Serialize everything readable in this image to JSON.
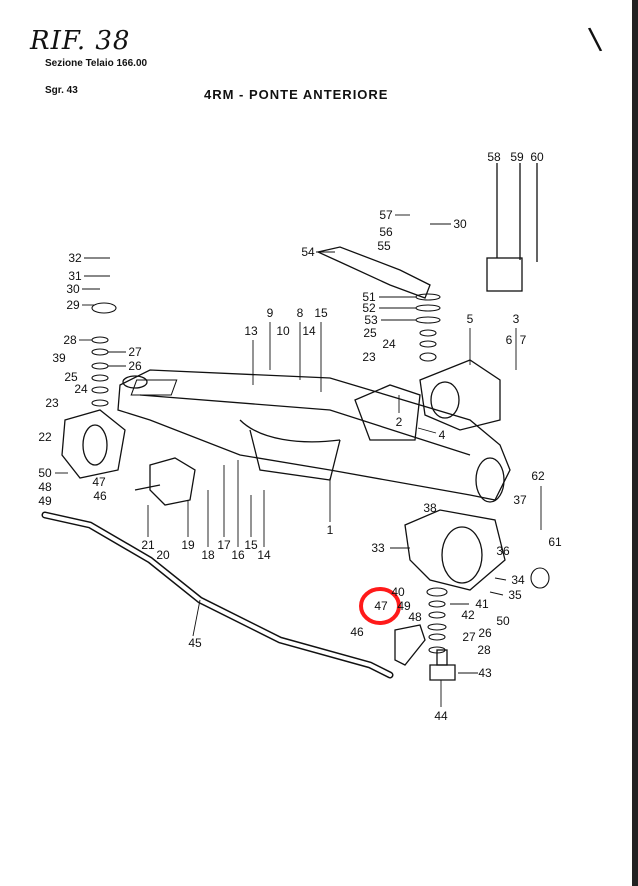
{
  "handwritten_note": "RIF. 38",
  "handwritten_mark": "\\",
  "header": {
    "section": "Sezione  Telaio  166.00",
    "group": "Sgr. 43",
    "title": "4RM - PONTE ANTERIORE"
  },
  "highlight": {
    "part": "47",
    "color": "#ff1a1a"
  },
  "part_labels": [
    "58",
    "59",
    "60",
    "57",
    "30",
    "56",
    "55",
    "54",
    "51",
    "52",
    "53",
    "25",
    "24",
    "23",
    "5",
    "3",
    "6",
    "7",
    "9",
    "8",
    "15",
    "13",
    "10",
    "14",
    "32",
    "31",
    "30",
    "29",
    "28",
    "27",
    "26",
    "39",
    "25",
    "24",
    "23",
    "22",
    "2",
    "4",
    "50",
    "48",
    "47",
    "46",
    "49",
    "38",
    "37",
    "62",
    "61",
    "36",
    "33",
    "34",
    "35",
    "40",
    "41",
    "42",
    "50",
    "26",
    "27",
    "28",
    "43",
    "44",
    "47",
    "49",
    "48",
    "46",
    "21",
    "20",
    "19",
    "18",
    "17",
    "16",
    "15",
    "14",
    "1",
    "45"
  ]
}
